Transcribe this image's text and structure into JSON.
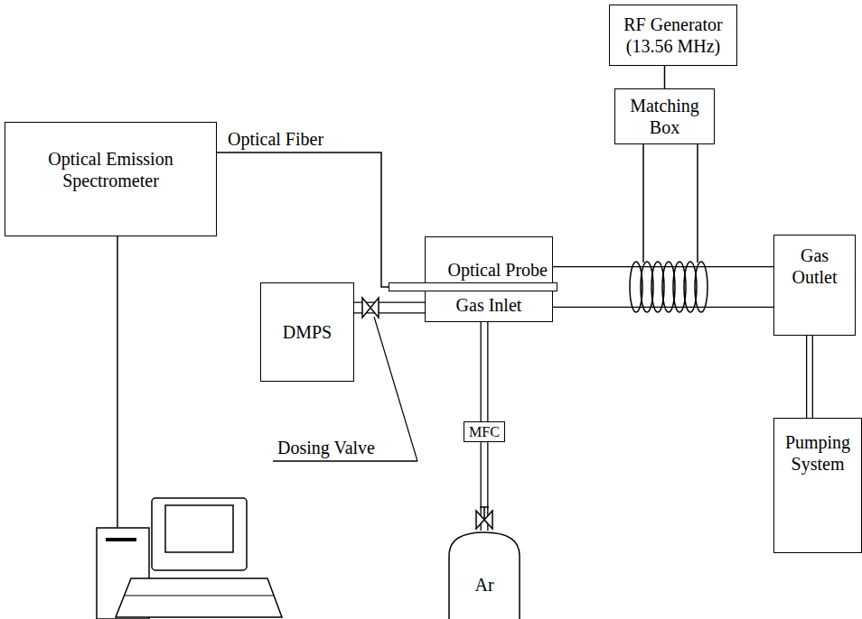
{
  "diagram": {
    "nodes": [
      {
        "text": [
          "RF Generator (13.56 MHz)"
        ]
      },
      {
        "text": [
          "Matching Box"
        ]
      },
      {
        "text": [
          "Optical Emission Spectrometer"
        ]
      },
      {
        "text": [
          "Optical Probe"
        ]
      },
      {
        "text": [
          "Gas Inlet"
        ]
      },
      {
        "text": [
          "DMPS"
        ]
      },
      {
        "text": [
          "Gas Outlet"
        ]
      },
      {
        "text": [
          "MFC"
        ]
      },
      {
        "text": [
          "Ar"
        ]
      },
      {
        "text": [
          "Pumping System"
        ]
      }
    ],
    "edges": [
      {
        "from": 0,
        "to": 1,
        "arrow": "none"
      },
      {
        "from": 2,
        "to": 3,
        "label": "Optical Fiber",
        "arrow": "none"
      },
      {
        "from": 5,
        "to": 4,
        "arrow": "none"
      },
      {
        "from": 8,
        "to": 7,
        "arrow": "none"
      },
      {
        "from": 7,
        "to": 4,
        "arrow": "none"
      },
      {
        "from": 4,
        "to": 6,
        "arrow": "none"
      },
      {
        "from": 6,
        "to": 9,
        "arrow": "none"
      }
    ],
    "labels": [
      "Dosing Valve"
    ]
  }
}
